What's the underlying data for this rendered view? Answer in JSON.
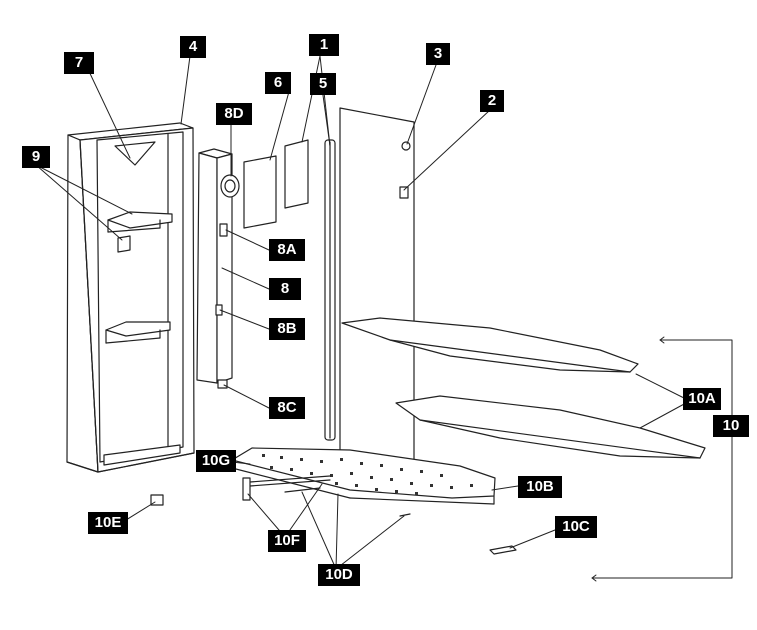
{
  "labels": {
    "l1": "1",
    "l2": "2",
    "l3": "3",
    "l4": "4",
    "l5": "5",
    "l6": "6",
    "l7": "7",
    "l8": "8",
    "l8a": "8A",
    "l8b": "8B",
    "l8c": "8C",
    "l8d": "8D",
    "l9": "9",
    "l10": "10",
    "l10a": "10A",
    "l10b": "10B",
    "l10c": "10C",
    "l10d": "10D",
    "l10e": "10E",
    "l10f": "10F",
    "l10g": "10G"
  }
}
